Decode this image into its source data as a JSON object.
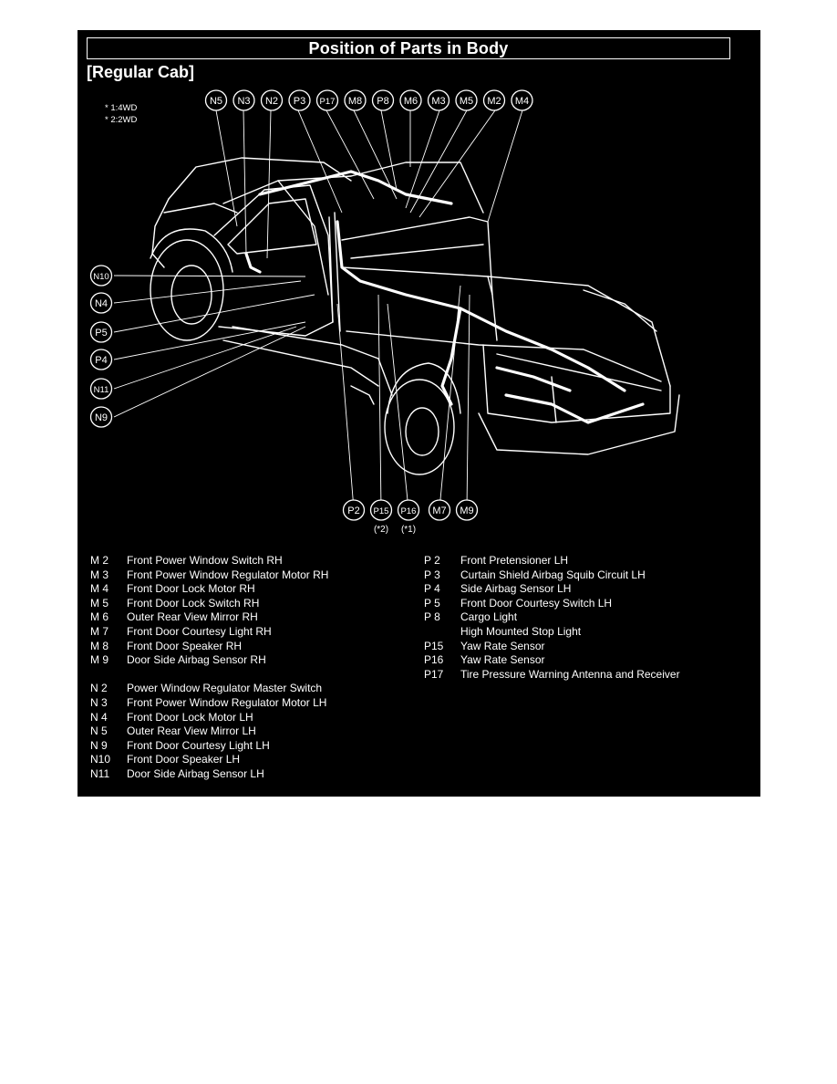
{
  "title": "Position of Parts in Body",
  "subtitle": "[Regular Cab]",
  "notes": [
    "* 1:4WD",
    "* 2:2WD"
  ],
  "callouts_top": [
    "N5",
    "N3",
    "N2",
    "P3",
    "P17",
    "M8",
    "P8",
    "M6",
    "M3",
    "M5",
    "M2",
    "M4"
  ],
  "callouts_left": [
    "N10",
    "N4",
    "P5",
    "P4",
    "N11",
    "N9"
  ],
  "callouts_bottom": [
    "P2",
    "P15",
    "P16",
    "M7",
    "M9"
  ],
  "callout_notes": {
    "P15": "(*2)",
    "P16": "(*1)"
  },
  "legend_m": [
    {
      "code": "M 2",
      "name": "Front Power Window Switch RH"
    },
    {
      "code": "M 3",
      "name": "Front Power Window Regulator Motor RH"
    },
    {
      "code": "M 4",
      "name": "Front Door Lock Motor RH"
    },
    {
      "code": "M 5",
      "name": "Front Door Lock Switch RH"
    },
    {
      "code": "M 6",
      "name": "Outer Rear View Mirror RH"
    },
    {
      "code": "M 7",
      "name": "Front Door Courtesy Light RH"
    },
    {
      "code": "M 8",
      "name": "Front Door Speaker RH"
    },
    {
      "code": "M 9",
      "name": "Door Side Airbag Sensor RH"
    }
  ],
  "legend_n": [
    {
      "code": "N 2",
      "name": "Power Window Regulator Master Switch"
    },
    {
      "code": "N 3",
      "name": "Front Power Window Regulator Motor LH"
    },
    {
      "code": "N 4",
      "name": "Front Door Lock Motor LH"
    },
    {
      "code": "N 5",
      "name": "Outer Rear View Mirror LH"
    },
    {
      "code": "N 9",
      "name": "Front Door Courtesy Light LH"
    },
    {
      "code": "N10",
      "name": "Front Door Speaker LH"
    },
    {
      "code": "N11",
      "name": "Door Side Airbag Sensor LH"
    }
  ],
  "legend_p": [
    {
      "code": "P 2",
      "name": "Front Pretensioner LH"
    },
    {
      "code": "P 3",
      "name": "Curtain Shield Airbag Squib Circuit LH"
    },
    {
      "code": "P 4",
      "name": "Side Airbag Sensor LH"
    },
    {
      "code": "P 5",
      "name": "Front Door Courtesy Switch LH"
    },
    {
      "code": "P 8",
      "name": "Cargo Light"
    },
    {
      "code": "",
      "name": "High Mounted Stop Light"
    },
    {
      "code": "P15",
      "name": "Yaw Rate Sensor"
    },
    {
      "code": "P16",
      "name": "Yaw Rate Sensor"
    },
    {
      "code": "P17",
      "name": "Tire Pressure Warning Antenna and Receiver"
    }
  ]
}
